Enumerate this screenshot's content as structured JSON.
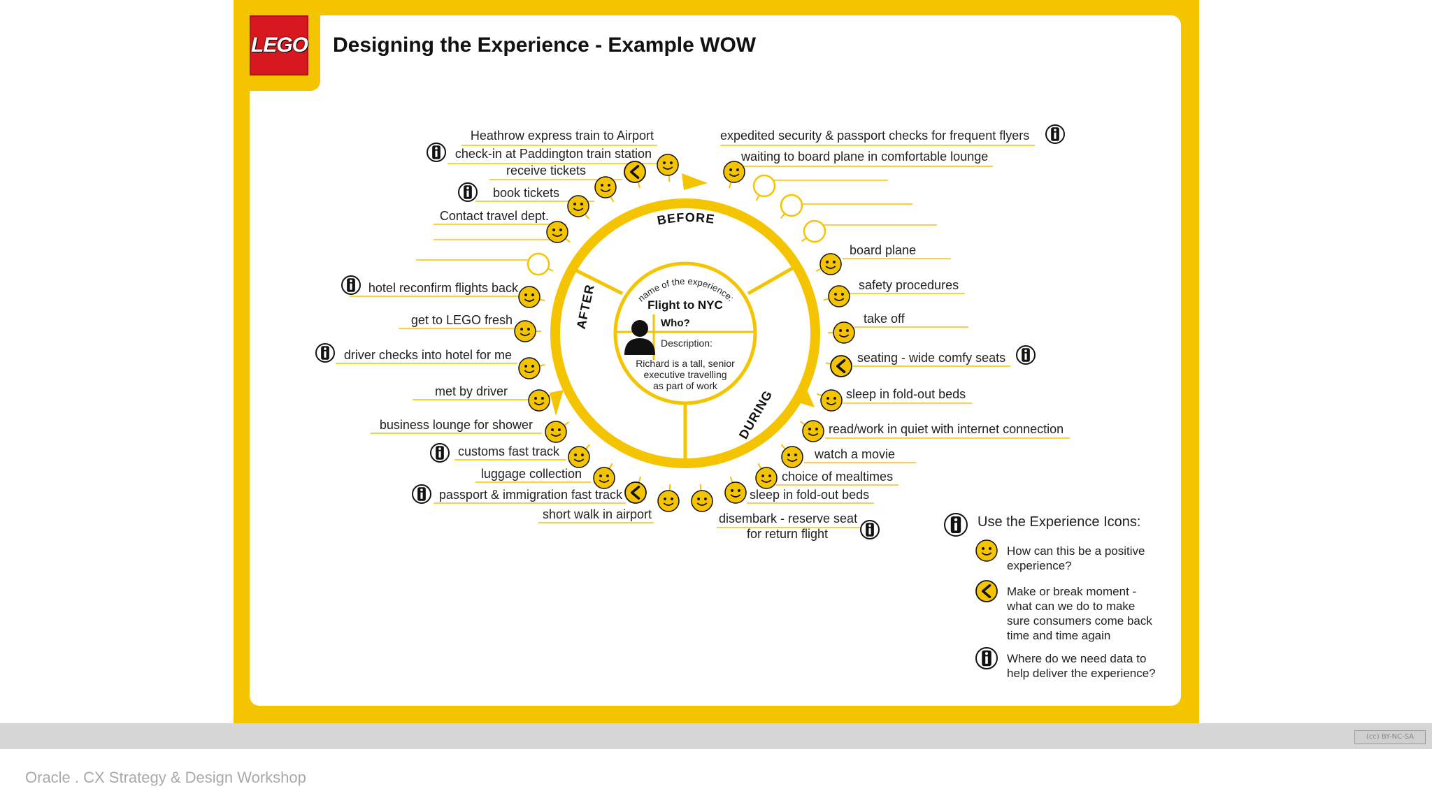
{
  "header": {
    "logo_text": "LEGO",
    "title": "Designing the Experience - Example WOW"
  },
  "center": {
    "arc_caption": "name of the experience:",
    "experience_name": "Flight to NYC",
    "who_label": "Who?",
    "description_label": "Description:",
    "description_lines": [
      "Richard is a tall, senior",
      "executive travelling",
      "as part of work"
    ]
  },
  "phases": {
    "before": "BEFORE",
    "during": "DURING",
    "after": "AFTER"
  },
  "steps": [
    {
      "label": "Heathrow express train to Airport",
      "icon": "none",
      "info": false
    },
    {
      "label": "check-in at Paddington train station",
      "icon": "none",
      "info": true
    },
    {
      "label": "receive tickets",
      "icon": "make-or-break",
      "info": false
    },
    {
      "label": "book tickets",
      "icon": "smiley",
      "info": true
    },
    {
      "label": "Contact travel dept.",
      "icon": "smiley",
      "info": false
    },
    {
      "label": "",
      "icon": "smiley",
      "info": false
    },
    {
      "label": "expedited security & passport checks for frequent flyers",
      "icon": "smiley",
      "info": true
    },
    {
      "label": "waiting to board plane in comfortable lounge",
      "icon": "smiley",
      "info": false
    },
    {
      "label": "",
      "icon": "empty",
      "info": false
    },
    {
      "label": "",
      "icon": "empty",
      "info": false
    },
    {
      "label": "",
      "icon": "empty",
      "info": false
    },
    {
      "label": "",
      "icon": "empty",
      "info": false
    },
    {
      "label": "board plane",
      "icon": "smiley",
      "info": false
    },
    {
      "label": "safety procedures",
      "icon": "smiley",
      "info": false
    },
    {
      "label": "take off",
      "icon": "smiley",
      "info": false
    },
    {
      "label": "seating - wide comfy seats",
      "icon": "make-or-break",
      "info": true
    },
    {
      "label": "sleep in fold-out beds",
      "icon": "smiley",
      "info": false
    },
    {
      "label": "read/work in quiet with internet connection",
      "icon": "smiley",
      "info": false
    },
    {
      "label": "watch a movie",
      "icon": "smiley",
      "info": false
    },
    {
      "label": "choice of mealtimes",
      "icon": "smiley",
      "info": false
    },
    {
      "label": "sleep in fold-out beds",
      "icon": "smiley",
      "info": false
    },
    {
      "label": "disembark - reserve seat",
      "label_line2": "for return flight",
      "icon": "smiley",
      "info": true
    },
    {
      "label": "short walk in airport",
      "icon": "smiley",
      "info": false
    },
    {
      "label": "passport & immigration fast track",
      "icon": "make-or-break",
      "info": true
    },
    {
      "label": "luggage collection",
      "icon": "smiley",
      "info": false
    },
    {
      "label": "customs fast track",
      "icon": "smiley",
      "info": true
    },
    {
      "label": "business lounge for shower",
      "icon": "smiley",
      "info": false
    },
    {
      "label": "met by driver",
      "icon": "smiley",
      "info": false
    },
    {
      "label": "driver checks into hotel for me",
      "icon": "smiley",
      "info": true
    },
    {
      "label": "get to LEGO fresh",
      "icon": "smiley",
      "info": false
    },
    {
      "label": "hotel reconfirm flights back",
      "icon": "smiley",
      "info": true
    },
    {
      "label": "",
      "icon": "empty",
      "info": false
    }
  ],
  "legend": {
    "title": "Use the Experience Icons:",
    "items": [
      {
        "icon": "smiley",
        "lines": [
          "How can this be a positive",
          "experience?"
        ]
      },
      {
        "icon": "make-or-break",
        "lines": [
          "Make or break moment -",
          "what can we do to make",
          "sure consumers come back",
          "time and time again"
        ]
      },
      {
        "icon": "info",
        "lines": [
          "Where do we need data to",
          "help deliver the experience?"
        ]
      }
    ]
  },
  "colors": {
    "brand_yellow": "#f5c400",
    "lego_red": "#d7191f"
  },
  "license_badge": "(cc) BY-NC-SA",
  "footer": "Oracle . CX Strategy & Design Workshop"
}
